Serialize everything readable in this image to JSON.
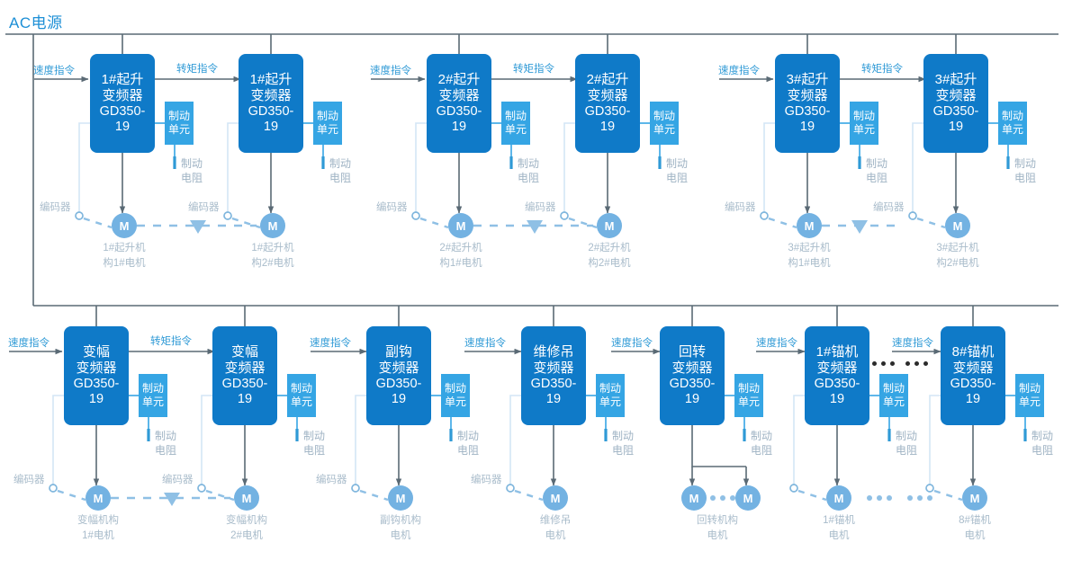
{
  "title": "AC电源",
  "colors": {
    "inverter": "#0f7ac8",
    "brake_unit": "#35a5e4",
    "motor": "#73b2e2",
    "command_text": "#2f9ad6",
    "muted_text": "#a9bccb",
    "bus_line": "#5a6a75"
  },
  "labels": {
    "speed_command": "速度指令",
    "torque_command": "转矩指令",
    "brake_unit": [
      "制动",
      "单元"
    ],
    "brake_resistor": [
      "制动",
      "电阻"
    ],
    "encoder": "编码器",
    "motor_glyph": "M",
    "model": [
      "GD350-",
      "19"
    ]
  },
  "rows": [
    {
      "name": "hoist-row",
      "groups": [
        {
          "id": "hoist-1",
          "drives": [
            {
              "name": "1#起升变频器",
              "title_lines": [
                "1#起升",
                "变频器"
              ],
              "model_lines": [
                "GD350-",
                "19"
              ],
              "input_command": "速度指令",
              "has_encoder": true,
              "motor_caption": [
                "1#起升机",
                "构1#电机"
              ]
            },
            {
              "name": "1#起升变频器",
              "title_lines": [
                "1#起升",
                "变频器"
              ],
              "model_lines": [
                "GD350-",
                "19"
              ],
              "input_command": "转矩指令",
              "has_encoder": true,
              "motor_caption": [
                "1#起升机",
                "构2#电机"
              ]
            }
          ]
        },
        {
          "id": "hoist-2",
          "drives": [
            {
              "name": "2#起升变频器",
              "title_lines": [
                "2#起升",
                "变频器"
              ],
              "model_lines": [
                "GD350-",
                "19"
              ],
              "input_command": "速度指令",
              "has_encoder": true,
              "motor_caption": [
                "2#起升机",
                "构1#电机"
              ]
            },
            {
              "name": "2#起升变频器",
              "title_lines": [
                "2#起升",
                "变频器"
              ],
              "model_lines": [
                "GD350-",
                "19"
              ],
              "input_command": "转矩指令",
              "has_encoder": true,
              "motor_caption": [
                "2#起升机",
                "构2#电机"
              ]
            }
          ]
        },
        {
          "id": "hoist-3",
          "drives": [
            {
              "name": "3#起升变频器",
              "title_lines": [
                "3#起升",
                "变频器"
              ],
              "model_lines": [
                "GD350-",
                "19"
              ],
              "input_command": "速度指令",
              "has_encoder": true,
              "motor_caption": [
                "3#起升机",
                "构1#电机"
              ]
            },
            {
              "name": "3#起升变频器",
              "title_lines": [
                "3#起升",
                "变频器"
              ],
              "model_lines": [
                "GD350-",
                "19"
              ],
              "input_command": "转矩指令",
              "has_encoder": true,
              "motor_caption": [
                "3#起升机",
                "构2#电机"
              ]
            }
          ]
        }
      ]
    },
    {
      "name": "auxiliary-row",
      "drives": [
        {
          "name": "变幅1",
          "title_lines": [
            "变幅",
            "变频器"
          ],
          "model_lines": [
            "GD350-",
            "19"
          ],
          "input_command": "速度指令",
          "has_encoder": true,
          "motor_caption": [
            "变幅机构",
            "1#电机"
          ]
        },
        {
          "name": "变幅2",
          "title_lines": [
            "变幅",
            "变频器"
          ],
          "model_lines": [
            "GD350-",
            "19"
          ],
          "input_command": "转矩指令",
          "has_encoder": true,
          "motor_caption": [
            "变幅机构",
            "2#电机"
          ]
        },
        {
          "name": "副钩",
          "title_lines": [
            "副钩",
            "变频器"
          ],
          "model_lines": [
            "GD350-",
            "19"
          ],
          "input_command": "速度指令",
          "has_encoder": true,
          "motor_caption": [
            "副钩机构",
            "电机"
          ]
        },
        {
          "name": "维修吊",
          "title_lines": [
            "维修吊",
            "变频器"
          ],
          "model_lines": [
            "GD350-",
            "19"
          ],
          "input_command": "速度指令",
          "has_encoder": true,
          "motor_caption": [
            "维修吊",
            "电机"
          ]
        },
        {
          "name": "回转",
          "title_lines": [
            "回转",
            "变频器"
          ],
          "model_lines": [
            "GD350-",
            "19"
          ],
          "input_command": "速度指令",
          "has_encoder": false,
          "motor_caption": [
            "回转机构",
            "电机"
          ]
        },
        {
          "name": "1#锚机",
          "title_lines": [
            "1#锚机",
            "变频器"
          ],
          "model_lines": [
            "GD350-",
            "19"
          ],
          "input_command": "速度指令",
          "has_encoder": true,
          "motor_caption": [
            "1#锚机",
            "电机"
          ]
        },
        {
          "name": "8#锚机",
          "title_lines": [
            "8#锚机",
            "变频器"
          ],
          "model_lines": [
            "GD350-",
            "19"
          ],
          "input_command": "速度指令",
          "has_encoder": true,
          "motor_caption": [
            "8#锚机",
            "电机"
          ]
        }
      ]
    }
  ]
}
